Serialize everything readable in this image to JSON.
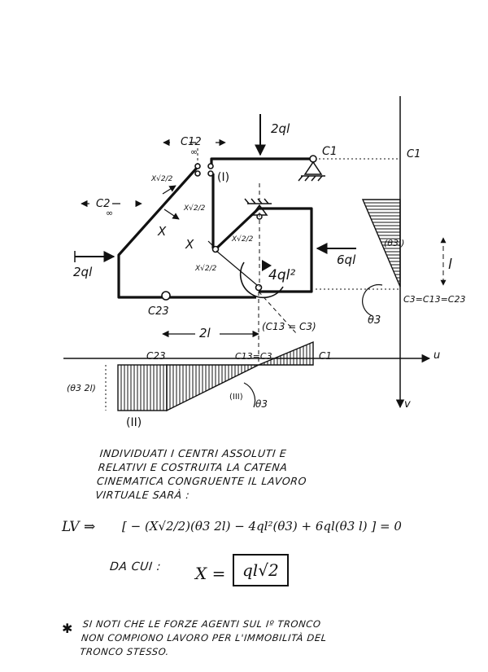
{
  "labels": {
    "load_top": "2ql",
    "c1": "C1",
    "c12": "C12",
    "c12_sub": "∞",
    "c2": "C2",
    "c2_sub": "∞",
    "tronco_1": "(I)",
    "tronco_2": "(II)",
    "tronco_3": "(III)",
    "x_sqrt2_over_2": "X√2/2",
    "x": "X",
    "load_left": "2ql",
    "load_right": "6ql",
    "moment": "4ql²",
    "c23": "C23",
    "c13_c3": "(C13 = C3)",
    "two_l": "2l",
    "l": "l",
    "theta3": "θ3",
    "theta3_l": "(θ3l)",
    "theta3_2l": "(θ3 2l)",
    "c3_eq": "C3=C13=C23",
    "axis_v": "v",
    "axis_u": "u",
    "diag_c23": "C23",
    "diag_c13_c3": "C13=C3",
    "diag_c1": "C1"
  },
  "text": {
    "line1": "INDIVIDUATI I CENTRI ASSOLUTI E",
    "line2": "RELATIVI E COSTRUITA LA CATENA",
    "line3": "CINEMATICA CONGRUENTE IL LAVORO",
    "line4": "VIRTUALE SARÀ :",
    "lv_label": "LV ⇒",
    "equation": "[ − (X√2/2)(θ3 2l) − 4ql²(θ3) + 6ql(θ3 l) ] = 0",
    "da_cui": "DA CUI :",
    "result_lhs": "X =",
    "result_value": "ql√2",
    "asterisk": "✱",
    "footnote1": "SI NOTI CHE LE FORZE AGENTI SUL Iº TRONCO",
    "footnote2": "NON COMPIONO LAVORO PER L'IMMOBILITÀ DEL",
    "footnote3": "TRONCO STESSO."
  }
}
